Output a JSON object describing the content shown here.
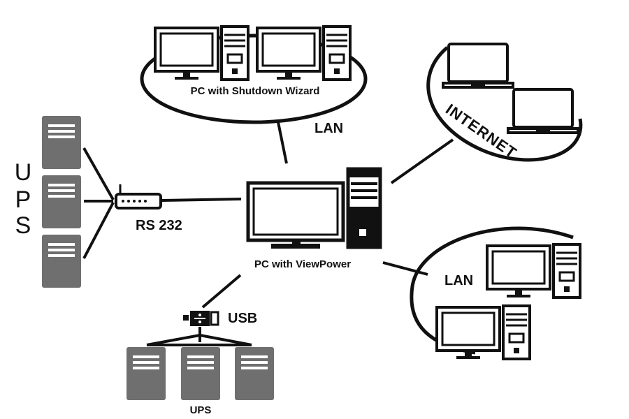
{
  "diagram": {
    "title_top_lan_group": "PC with Shutdown Wizard",
    "label_lan_top": "LAN",
    "label_internet": "INTERNET",
    "label_center_pc": "PC with ViewPower",
    "label_rs232": "RS 232",
    "label_usb": "USB",
    "label_ups_left_letters": [
      "U",
      "P",
      "S"
    ],
    "label_ups_bottom": "UPS",
    "label_lan_right": "LAN",
    "colors": {
      "line": "#111111",
      "ups_body": "#6f6f6f",
      "ups_slots": "#ffffff"
    }
  }
}
